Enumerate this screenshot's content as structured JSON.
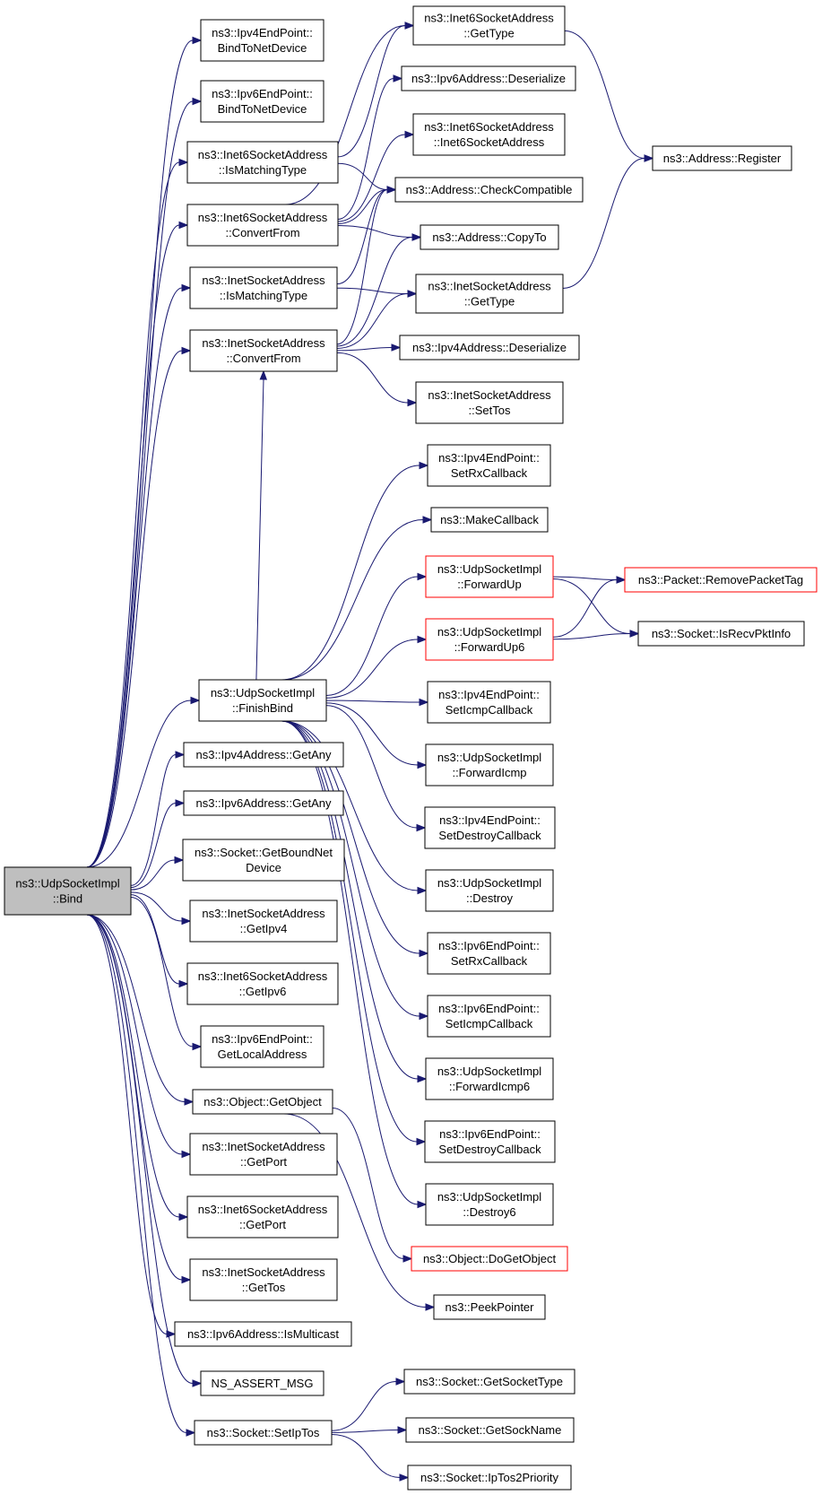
{
  "nodes": [
    {
      "id": "bind",
      "label": [
        "ns3::UdpSocketImpl",
        "::Bind"
      ],
      "root": true
    },
    {
      "id": "ipv4ep_bindnd",
      "label": [
        "ns3::Ipv4EndPoint::",
        "BindToNetDevice"
      ]
    },
    {
      "id": "ipv6ep_bindnd",
      "label": [
        "ns3::Ipv6EndPoint::",
        "BindToNetDevice"
      ]
    },
    {
      "id": "i6sa_ismatch",
      "label": [
        "ns3::Inet6SocketAddress",
        "::IsMatchingType"
      ]
    },
    {
      "id": "i6sa_convert",
      "label": [
        "ns3::Inet6SocketAddress",
        "::ConvertFrom"
      ]
    },
    {
      "id": "isa_ismatch",
      "label": [
        "ns3::InetSocketAddress",
        "::IsMatchingType"
      ]
    },
    {
      "id": "isa_convert",
      "label": [
        "ns3::InetSocketAddress",
        "::ConvertFrom"
      ]
    },
    {
      "id": "finishbind",
      "label": [
        "ns3::UdpSocketImpl",
        "::FinishBind"
      ]
    },
    {
      "id": "ipv4a_getany",
      "label": [
        "ns3::Ipv4Address::GetAny"
      ]
    },
    {
      "id": "ipv6a_getany",
      "label": [
        "ns3::Ipv6Address::GetAny"
      ]
    },
    {
      "id": "sock_boundnd",
      "label": [
        "ns3::Socket::GetBoundNet",
        "Device"
      ]
    },
    {
      "id": "isa_getipv4",
      "label": [
        "ns3::InetSocketAddress",
        "::GetIpv4"
      ]
    },
    {
      "id": "i6sa_getipv6",
      "label": [
        "ns3::Inet6SocketAddress",
        "::GetIpv6"
      ]
    },
    {
      "id": "ipv6ep_getlocal",
      "label": [
        "ns3::Ipv6EndPoint::",
        "GetLocalAddress"
      ]
    },
    {
      "id": "obj_getobject",
      "label": [
        "ns3::Object::GetObject"
      ]
    },
    {
      "id": "isa_getport",
      "label": [
        "ns3::InetSocketAddress",
        "::GetPort"
      ]
    },
    {
      "id": "i6sa_getport",
      "label": [
        "ns3::Inet6SocketAddress",
        "::GetPort"
      ]
    },
    {
      "id": "isa_gettos",
      "label": [
        "ns3::InetSocketAddress",
        "::GetTos"
      ]
    },
    {
      "id": "ipv6a_ismc",
      "label": [
        "ns3::Ipv6Address::IsMulticast"
      ]
    },
    {
      "id": "ns_assert",
      "label": [
        "NS_ASSERT_MSG"
      ]
    },
    {
      "id": "sock_setiptos",
      "label": [
        "ns3::Socket::SetIpTos"
      ]
    },
    {
      "id": "i6sa_gettype",
      "label": [
        "ns3::Inet6SocketAddress",
        "::GetType"
      ]
    },
    {
      "id": "ipv6a_deser",
      "label": [
        "ns3::Ipv6Address::Deserialize"
      ]
    },
    {
      "id": "i6sa_ctor",
      "label": [
        "ns3::Inet6SocketAddress",
        "::Inet6SocketAddress"
      ]
    },
    {
      "id": "addr_checkcompat",
      "label": [
        "ns3::Address::CheckCompatible"
      ]
    },
    {
      "id": "addr_copyto",
      "label": [
        "ns3::Address::CopyTo"
      ]
    },
    {
      "id": "isa_gettype",
      "label": [
        "ns3::InetSocketAddress",
        "::GetType"
      ]
    },
    {
      "id": "ipv4a_deser",
      "label": [
        "ns3::Ipv4Address::Deserialize"
      ]
    },
    {
      "id": "isa_settos",
      "label": [
        "ns3::InetSocketAddress",
        "::SetTos"
      ]
    },
    {
      "id": "addr_register",
      "label": [
        "ns3::Address::Register"
      ]
    },
    {
      "id": "ipv4ep_setrx",
      "label": [
        "ns3::Ipv4EndPoint::",
        "SetRxCallback"
      ]
    },
    {
      "id": "makecallback",
      "label": [
        "ns3::MakeCallback"
      ]
    },
    {
      "id": "fwdup",
      "label": [
        "ns3::UdpSocketImpl",
        "::ForwardUp"
      ],
      "red": true
    },
    {
      "id": "fwdup6",
      "label": [
        "ns3::UdpSocketImpl",
        "::ForwardUp6"
      ],
      "red": true
    },
    {
      "id": "ipv4ep_seticmp",
      "label": [
        "ns3::Ipv4EndPoint::",
        "SetIcmpCallback"
      ]
    },
    {
      "id": "fwdicmp",
      "label": [
        "ns3::UdpSocketImpl",
        "::ForwardIcmp"
      ]
    },
    {
      "id": "ipv4ep_setdestroy",
      "label": [
        "ns3::Ipv4EndPoint::",
        "SetDestroyCallback"
      ]
    },
    {
      "id": "destroy",
      "label": [
        "ns3::UdpSocketImpl",
        "::Destroy"
      ]
    },
    {
      "id": "ipv6ep_setrx",
      "label": [
        "ns3::Ipv6EndPoint::",
        "SetRxCallback"
      ]
    },
    {
      "id": "ipv6ep_seticmp",
      "label": [
        "ns3::Ipv6EndPoint::",
        "SetIcmpCallback"
      ]
    },
    {
      "id": "fwdicmp6",
      "label": [
        "ns3::UdpSocketImpl",
        "::ForwardIcmp6"
      ]
    },
    {
      "id": "ipv6ep_setdestroy",
      "label": [
        "ns3::Ipv6EndPoint::",
        "SetDestroyCallback"
      ]
    },
    {
      "id": "destroy6",
      "label": [
        "ns3::UdpSocketImpl",
        "::Destroy6"
      ]
    },
    {
      "id": "obj_dogetobject",
      "label": [
        "ns3::Object::DoGetObject"
      ],
      "red": true
    },
    {
      "id": "peekpointer",
      "label": [
        "ns3::PeekPointer"
      ]
    },
    {
      "id": "sock_getsocktype",
      "label": [
        "ns3::Socket::GetSocketType"
      ]
    },
    {
      "id": "sock_getsockname",
      "label": [
        "ns3::Socket::GetSockName"
      ]
    },
    {
      "id": "sock_iptos2prio",
      "label": [
        "ns3::Socket::IpTos2Priority"
      ]
    },
    {
      "id": "pkt_removetag",
      "label": [
        "ns3::Packet::RemovePacketTag"
      ],
      "red": true
    },
    {
      "id": "sock_isrecvpkt",
      "label": [
        "ns3::Socket::IsRecvPktInfo"
      ]
    }
  ],
  "edges": [
    [
      "bind",
      "ipv4ep_bindnd"
    ],
    [
      "bind",
      "ipv6ep_bindnd"
    ],
    [
      "bind",
      "i6sa_ismatch"
    ],
    [
      "bind",
      "i6sa_convert"
    ],
    [
      "bind",
      "isa_ismatch"
    ],
    [
      "bind",
      "isa_convert"
    ],
    [
      "bind",
      "finishbind"
    ],
    [
      "bind",
      "ipv4a_getany"
    ],
    [
      "bind",
      "ipv6a_getany"
    ],
    [
      "bind",
      "sock_boundnd"
    ],
    [
      "bind",
      "isa_getipv4"
    ],
    [
      "bind",
      "i6sa_getipv6"
    ],
    [
      "bind",
      "ipv6ep_getlocal"
    ],
    [
      "bind",
      "obj_getobject"
    ],
    [
      "bind",
      "isa_getport"
    ],
    [
      "bind",
      "i6sa_getport"
    ],
    [
      "bind",
      "isa_gettos"
    ],
    [
      "bind",
      "ipv6a_ismc"
    ],
    [
      "bind",
      "ns_assert"
    ],
    [
      "bind",
      "sock_setiptos"
    ],
    [
      "i6sa_ismatch",
      "i6sa_gettype"
    ],
    [
      "i6sa_ismatch",
      "addr_checkcompat"
    ],
    [
      "i6sa_convert",
      "i6sa_gettype"
    ],
    [
      "i6sa_convert",
      "ipv6a_deser"
    ],
    [
      "i6sa_convert",
      "i6sa_ctor"
    ],
    [
      "i6sa_convert",
      "addr_checkcompat"
    ],
    [
      "i6sa_convert",
      "addr_copyto"
    ],
    [
      "isa_ismatch",
      "addr_checkcompat"
    ],
    [
      "isa_ismatch",
      "isa_gettype"
    ],
    [
      "isa_convert",
      "addr_checkcompat"
    ],
    [
      "isa_convert",
      "addr_copyto"
    ],
    [
      "isa_convert",
      "isa_gettype"
    ],
    [
      "isa_convert",
      "ipv4a_deser"
    ],
    [
      "isa_convert",
      "isa_settos"
    ],
    [
      "i6sa_gettype",
      "addr_register"
    ],
    [
      "isa_gettype",
      "addr_register"
    ],
    [
      "finishbind",
      "ipv4ep_setrx"
    ],
    [
      "finishbind",
      "makecallback"
    ],
    [
      "finishbind",
      "fwdup"
    ],
    [
      "finishbind",
      "fwdup6"
    ],
    [
      "finishbind",
      "ipv4ep_seticmp"
    ],
    [
      "finishbind",
      "fwdicmp"
    ],
    [
      "finishbind",
      "ipv4ep_setdestroy"
    ],
    [
      "finishbind",
      "destroy"
    ],
    [
      "finishbind",
      "ipv6ep_setrx"
    ],
    [
      "finishbind",
      "ipv6ep_seticmp"
    ],
    [
      "finishbind",
      "fwdicmp6"
    ],
    [
      "finishbind",
      "ipv6ep_setdestroy"
    ],
    [
      "finishbind",
      "destroy6"
    ],
    [
      "finishbind",
      "isa_convert"
    ],
    [
      "fwdup",
      "pkt_removetag"
    ],
    [
      "fwdup",
      "sock_isrecvpkt"
    ],
    [
      "fwdup6",
      "pkt_removetag"
    ],
    [
      "fwdup6",
      "sock_isrecvpkt"
    ],
    [
      "obj_getobject",
      "obj_dogetobject"
    ],
    [
      "obj_getobject",
      "peekpointer"
    ],
    [
      "sock_setiptos",
      "sock_getsocktype"
    ],
    [
      "sock_setiptos",
      "sock_getsockname"
    ],
    [
      "sock_setiptos",
      "sock_iptos2prio"
    ]
  ]
}
